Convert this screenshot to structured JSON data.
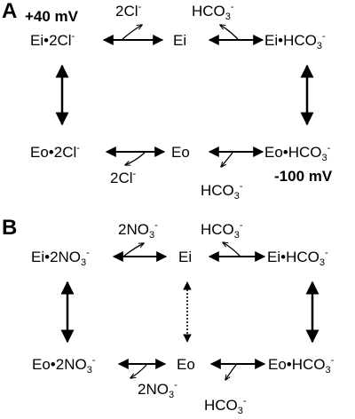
{
  "panel_a": {
    "label": "A",
    "voltage_top": "+40 mV",
    "voltage_bottom": "-100 mV",
    "ei_2cl": {
      "base": "Ei•2Cl",
      "charge": "-"
    },
    "ei": "Ei",
    "ei_hco3": {
      "base": "Ei•HCO",
      "sub": "3",
      "charge": "-"
    },
    "eo_2cl": {
      "base": "Eo•2Cl",
      "charge": "-"
    },
    "eo": "Eo",
    "eo_hco3": {
      "base": "Eo•HCO",
      "sub": "3",
      "charge": "-"
    },
    "top_left_ion": {
      "base": "2Cl",
      "charge": "-"
    },
    "top_right_ion": {
      "base": "HCO",
      "sub": "3",
      "charge": "-"
    },
    "bottom_left_ion": {
      "base": "2Cl",
      "charge": "-"
    },
    "bottom_right_ion": {
      "base": "HCO",
      "sub": "3",
      "charge": "-"
    }
  },
  "panel_b": {
    "label": "B",
    "ei_2no3": {
      "base": "Ei•2NO",
      "sub": "3",
      "charge": "-"
    },
    "ei": "Ei",
    "ei_hco3": {
      "base": "Ei•HCO",
      "sub": "3",
      "charge": "-"
    },
    "eo_2no3": {
      "base": "Eo•2NO",
      "sub": "3",
      "charge": "-"
    },
    "eo": "Eo",
    "eo_hco3": {
      "base": "Eo•HCO",
      "sub": "3",
      "charge": "-"
    },
    "top_left_ion": {
      "base": "2NO",
      "sub": "3",
      "charge": "-"
    },
    "top_right_ion": {
      "base": "HCO",
      "sub": "3",
      "charge": "-"
    },
    "bottom_left_ion": {
      "base": "2NO",
      "sub": "3",
      "charge": "-"
    },
    "bottom_right_ion": {
      "base": "HCO",
      "sub": "3",
      "charge": "-"
    }
  }
}
